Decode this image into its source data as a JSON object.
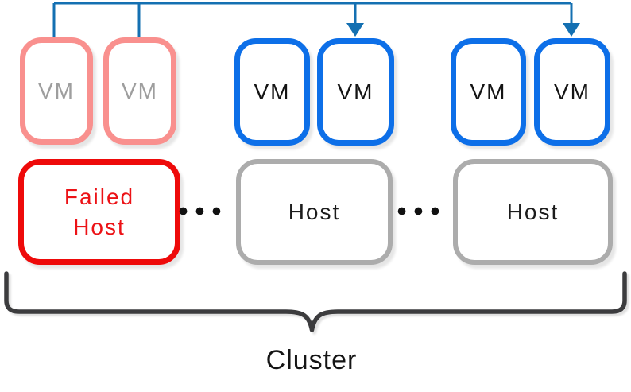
{
  "diagram": {
    "type": "cluster-ha-failover",
    "cluster_label": "Cluster",
    "dots_separator": "•••",
    "vms": [
      {
        "label": "VM",
        "state": "failed"
      },
      {
        "label": "VM",
        "state": "failed"
      },
      {
        "label": "VM",
        "state": "running"
      },
      {
        "label": "VM",
        "state": "running"
      },
      {
        "label": "VM",
        "state": "running"
      },
      {
        "label": "VM",
        "state": "running"
      }
    ],
    "hosts": [
      {
        "line1": "Failed",
        "line2": "Host",
        "state": "failed"
      },
      {
        "label": "Host",
        "state": "healthy"
      },
      {
        "label": "Host",
        "state": "healthy"
      }
    ],
    "colors": {
      "connector_blue": "#1470b2",
      "vm_running_border": "#0d6fe8",
      "vm_failed_border": "#f9908e",
      "vm_failed_text": "#9e9e9e",
      "failed_host_red": "#ee0a0a",
      "host_gray": "#acacac",
      "brace_dark": "#3c3c3e"
    }
  }
}
